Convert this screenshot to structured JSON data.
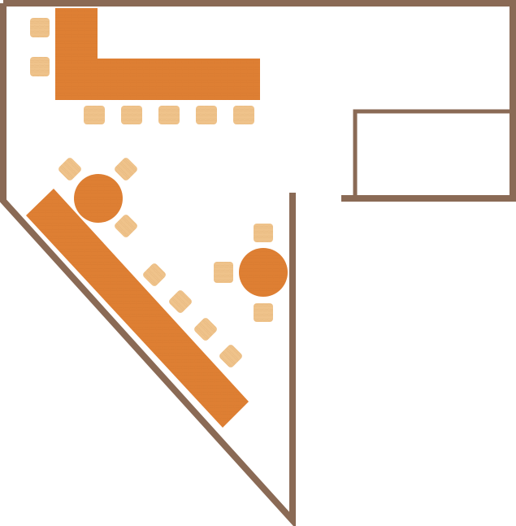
{
  "floor_plan": {
    "colors": {
      "wall": "#8a6a55",
      "counter": "#de7f33",
      "table": "#de7f33",
      "chair": "#efc38b",
      "floor": "#ffffff"
    },
    "elements": [
      "outer-wall",
      "inner-wall",
      "room-box",
      "l-counter",
      "diagonal-counter",
      "round-table-left",
      "round-table-right",
      "chairs"
    ]
  }
}
